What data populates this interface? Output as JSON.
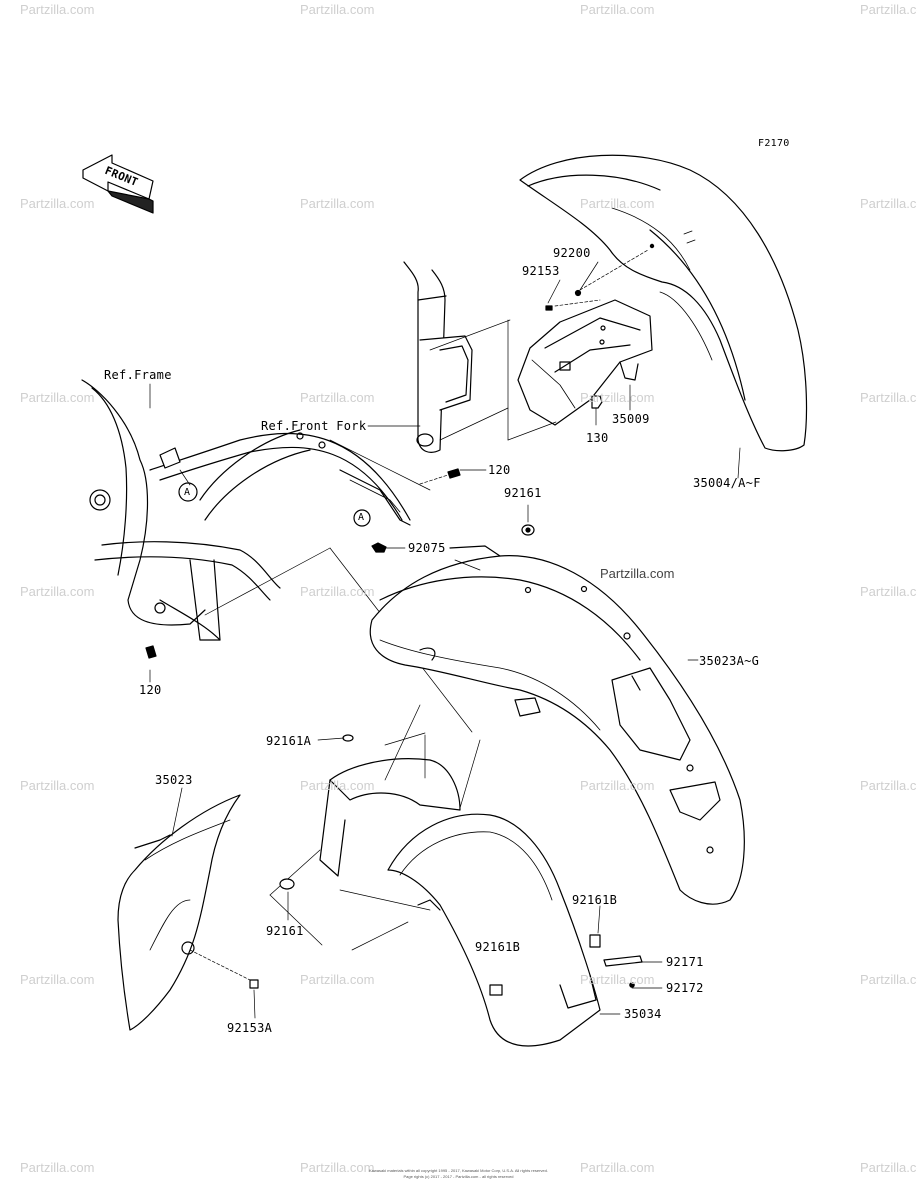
{
  "diagram": {
    "code": "F2170",
    "front_label": "FRONT",
    "callouts": {
      "ref_frame": "Ref.Frame",
      "ref_front_fork": "Ref.Front Fork",
      "p92200": "92200",
      "p92153": "92153",
      "p35009": "35009",
      "p130": "130",
      "p35004": "35004/A~F",
      "p120_top": "120",
      "p92161_top": "92161",
      "p92075": "92075",
      "pA_left": "A",
      "pA_mid": "A",
      "p35023ag": "35023A~G",
      "p120_left": "120",
      "p92161a": "92161A",
      "p35023": "35023",
      "p92161_left": "92161",
      "p92153a": "92153A",
      "p92161b_right": "92161B",
      "p92161b_mid": "92161B",
      "p92171": "92171",
      "p92172": "92172",
      "p35034": "35034"
    }
  },
  "watermark": "Partzilla.com",
  "watermark_color": "#cfcfcf",
  "copyright": [
    "Kawasaki materials within all copyright 1995 - 2017, Kawasaki Motor Corp, U.S.A. All rights reserved.",
    "Page rights (c) 2017 - 2017 - Partzilla.com - all rights reserved"
  ]
}
